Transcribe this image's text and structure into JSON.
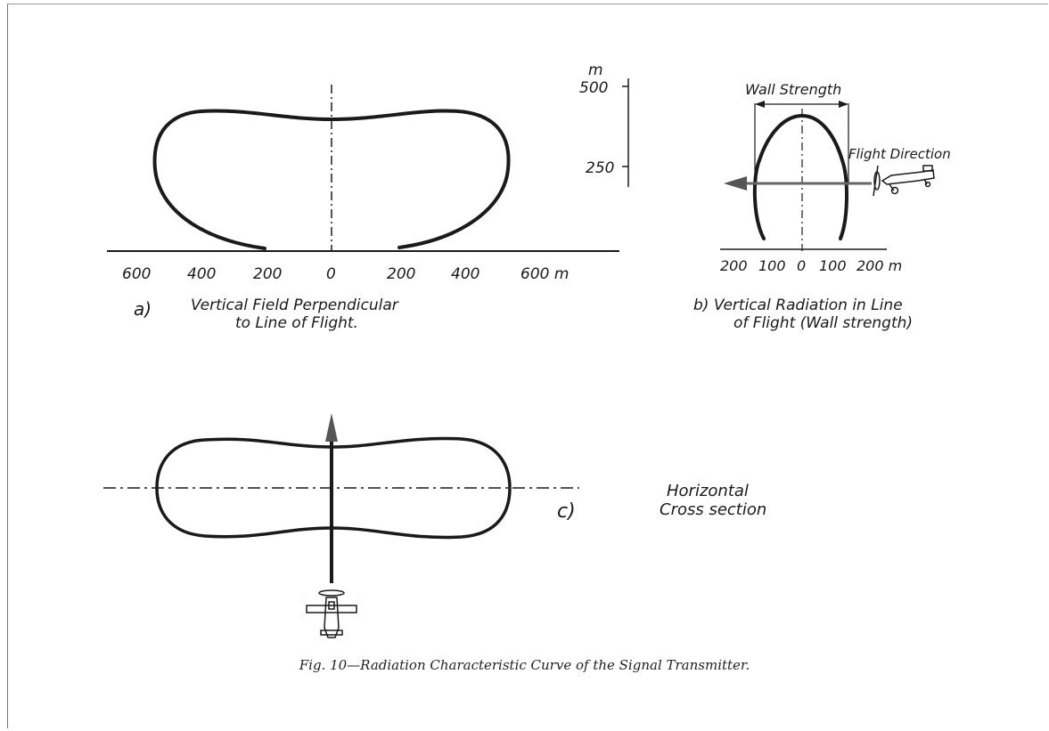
{
  "panel_a": {
    "letter": "a)",
    "caption_line1": "Vertical Field Perpendicular",
    "caption_line2": "to Line of Flight.",
    "x_ticks": [
      "600",
      "400",
      "200",
      "0",
      "200",
      "400",
      "600 m"
    ],
    "y_unit": "m",
    "y_ticks": [
      "500",
      "250"
    ]
  },
  "panel_b": {
    "wall_label": "Wall Strength",
    "flight_label": "Flight Direction",
    "x_ticks": [
      "200",
      "100",
      "0",
      "100",
      "200 m"
    ],
    "caption_line1": "b) Vertical Radiation in Line",
    "caption_line2": "of Flight (Wall strength)"
  },
  "panel_c": {
    "letter": "c)",
    "caption_line1": "Horizontal",
    "caption_line2": "Cross section"
  },
  "figure_caption": "Fig. 10—Radiation Characteristic Curve of the Signal Transmitter.",
  "colors": {
    "ink": "#1a1a1a",
    "frame": "#777777",
    "paper": "#ffffff"
  }
}
